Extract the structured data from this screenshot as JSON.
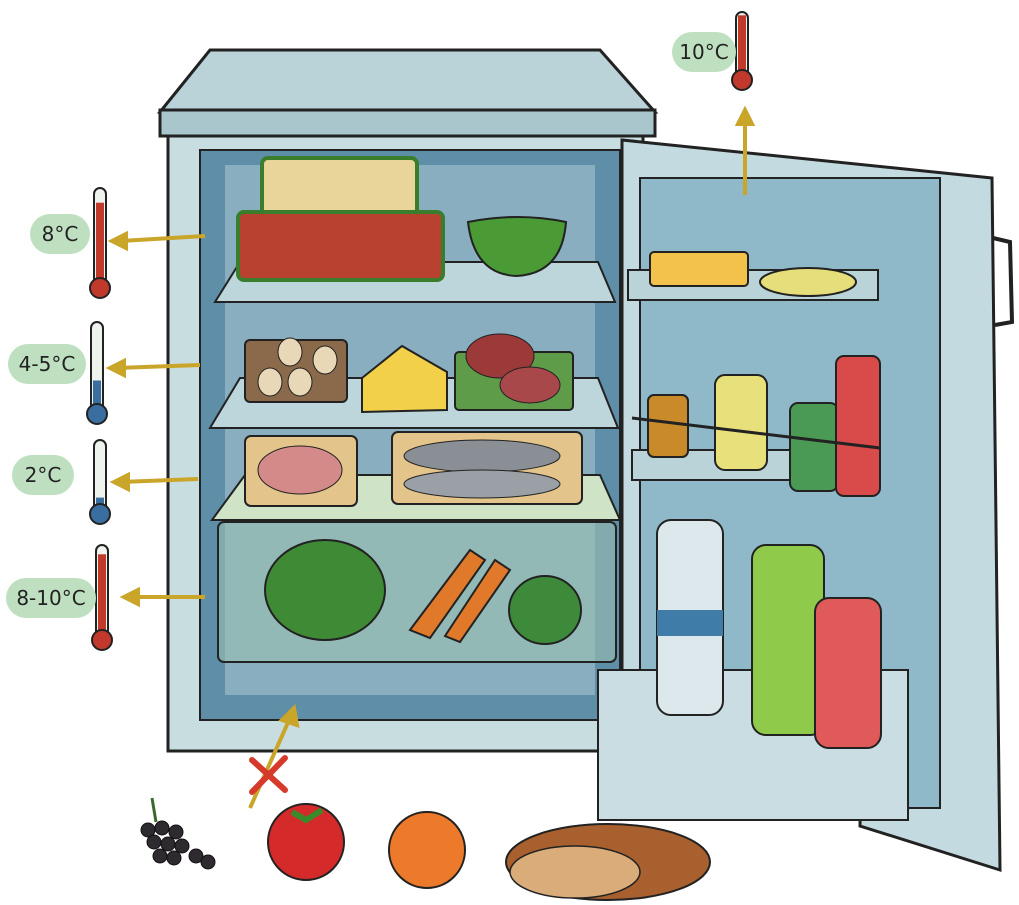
{
  "zones": [
    {
      "id": "top-shelf",
      "temp": "8°C",
      "thermo_level": 0.85,
      "color": "#c0392b"
    },
    {
      "id": "middle-shelf",
      "temp": "4-5°C",
      "thermo_level": 0.35,
      "color": "#3b6ea0"
    },
    {
      "id": "bottom-shelf",
      "temp": "2°C",
      "thermo_level": 0.2,
      "color": "#3b6ea0"
    },
    {
      "id": "vegetable-drawer",
      "temp": "8-10°C",
      "thermo_level": 0.9,
      "color": "#c0392b"
    },
    {
      "id": "door",
      "temp": "10°C",
      "thermo_level": 0.95,
      "color": "#c0392b"
    }
  ]
}
